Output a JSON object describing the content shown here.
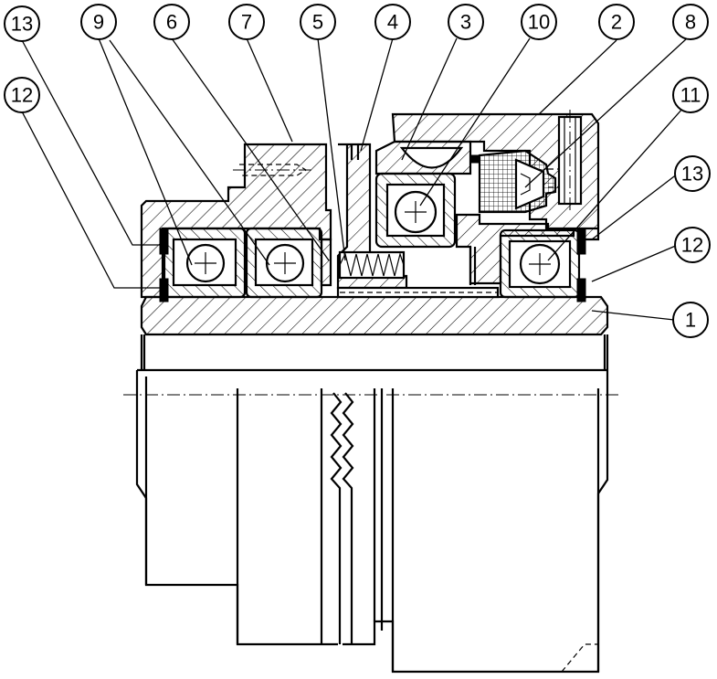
{
  "callouts": [
    {
      "id": "c13a",
      "label": "13"
    },
    {
      "id": "c9",
      "label": "9"
    },
    {
      "id": "c6",
      "label": "6"
    },
    {
      "id": "c7",
      "label": "7"
    },
    {
      "id": "c5",
      "label": "5"
    },
    {
      "id": "c4",
      "label": "4"
    },
    {
      "id": "c3",
      "label": "3"
    },
    {
      "id": "c10",
      "label": "10"
    },
    {
      "id": "c2",
      "label": "2"
    },
    {
      "id": "c8",
      "label": "8"
    },
    {
      "id": "c12a",
      "label": "12"
    },
    {
      "id": "c11",
      "label": "11"
    },
    {
      "id": "c13b",
      "label": "13"
    },
    {
      "id": "c12b",
      "label": "12"
    },
    {
      "id": "c1",
      "label": "1"
    }
  ]
}
